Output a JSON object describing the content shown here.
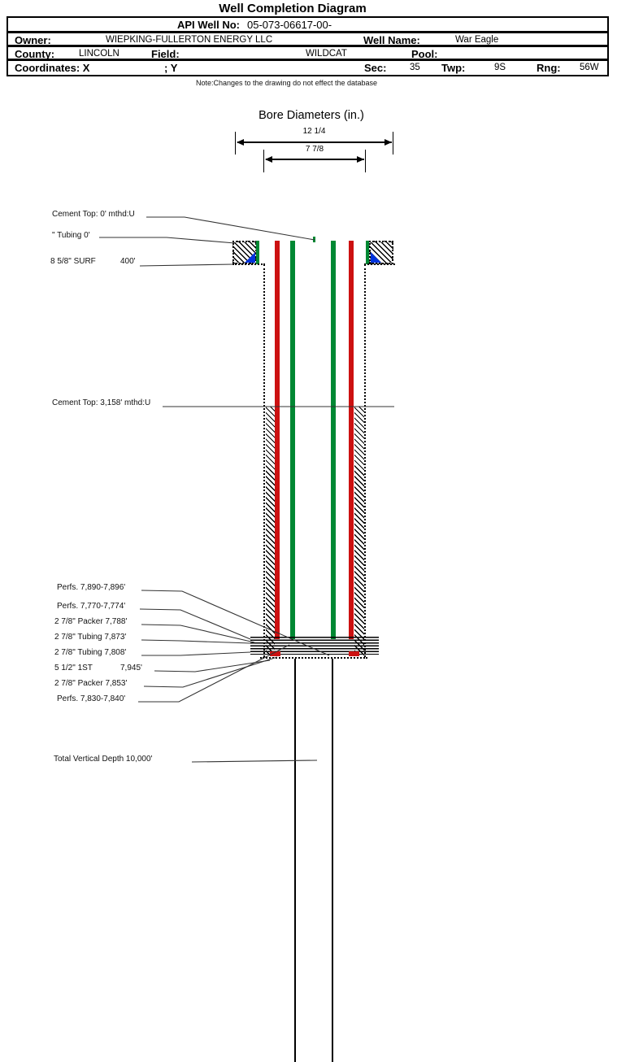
{
  "title": "Well Completion Diagram",
  "header": {
    "api_label": "API Well No:",
    "api_value": "05-073-06617-00-",
    "owner_label": "Owner:",
    "owner_value": "WIEPKING-FULLERTON ENERGY LLC",
    "well_name_label": "Well Name:",
    "well_name_value": "War Eagle",
    "county_label": "County:",
    "county_value": "LINCOLN",
    "field_label": "Field:",
    "field_value": "WILDCAT",
    "pool_label": "Pool:",
    "pool_value": "",
    "coordinates_label": "Coordinates: X",
    "coordinates_y_label": "; Y",
    "sec_label": "Sec:",
    "sec_value": "35",
    "twp_label": "Twp:",
    "twp_value": "9S",
    "rng_label": "Rng:",
    "rng_value": "56W"
  },
  "note": "Note:Changes to the drawing do not effect the database",
  "bore_diameters": {
    "title": "Bore Diameters (in.)",
    "outer": "12 1/4",
    "inner": "7 7/8"
  },
  "labels": {
    "cement_top_0": "Cement Top: 0' mthd:U",
    "tubing_0": "\" Tubing 0'",
    "surf_casing": "8 5/8\" SURF",
    "surf_depth": "400'",
    "cement_top_3158": "Cement Top: 3,158' mthd:U",
    "perfs_7890": "Perfs. 7,890-7,896'",
    "perfs_7770": "Perfs. 7,770-7,774'",
    "packer_7788": "2 7/8\" Packer 7,788'",
    "tubing_7873": "2 7/8\" Tubing 7,873'",
    "tubing_7808": "2 7/8\" Tubing 7,808'",
    "casing_512": "5 1/2\" 1ST",
    "casing_512_depth": "7,945'",
    "packer_7853": "2 7/8\" Packer 7,853'",
    "perfs_7830": "Perfs. 7,830-7,840'",
    "tvd": "Total Vertical Depth 10,000'"
  },
  "colors": {
    "pipe_red": "#cc1111",
    "pipe_green": "#008833",
    "cement_marker_blue": "#0033dd"
  }
}
